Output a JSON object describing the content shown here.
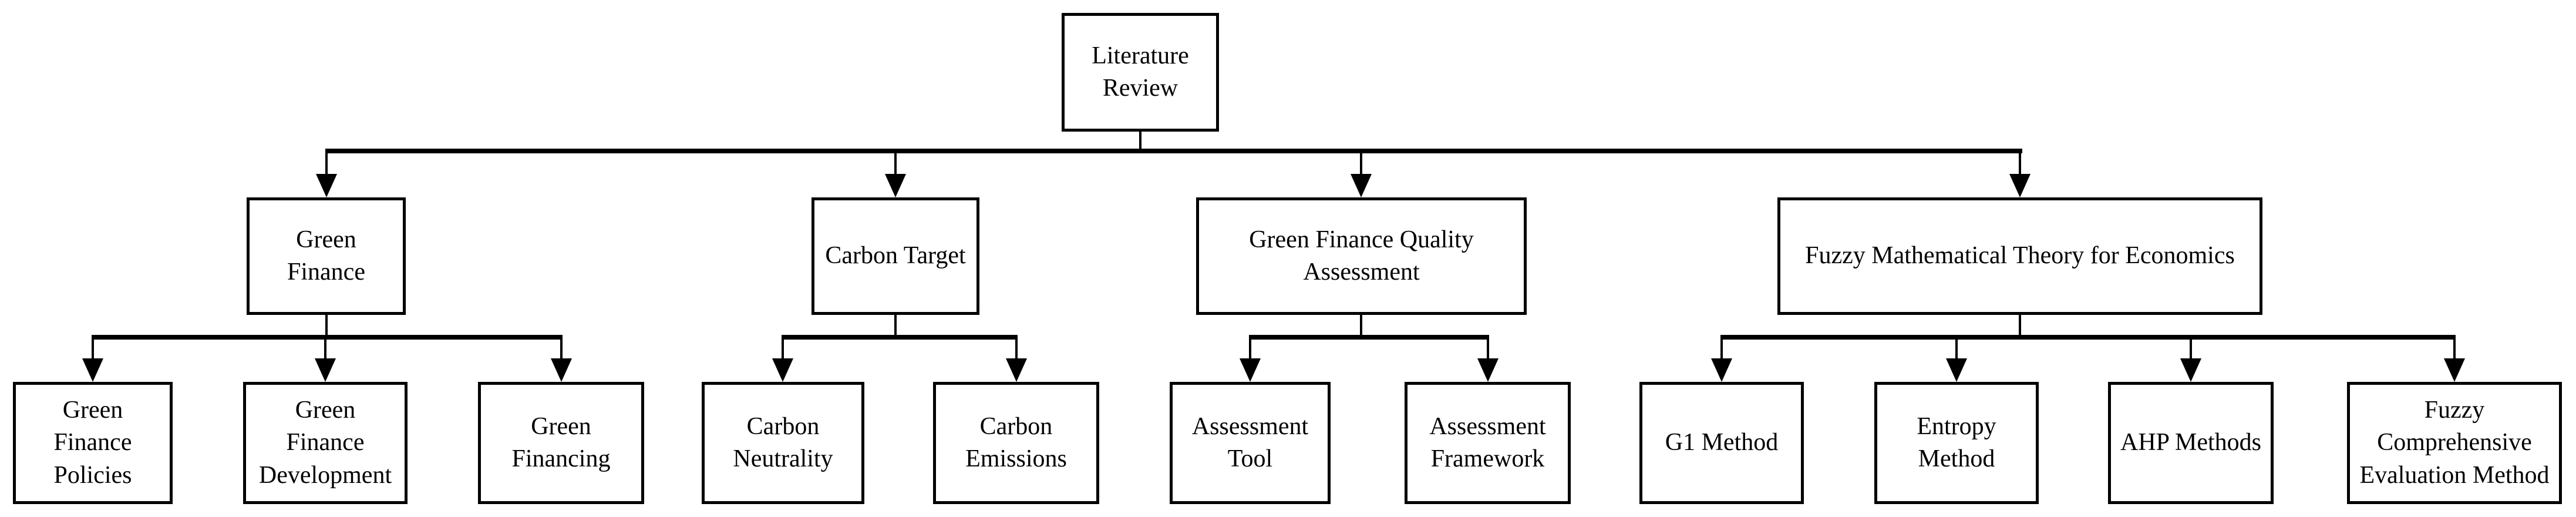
{
  "diagram": {
    "type": "tree",
    "root": {
      "label": "Literature\nReview"
    },
    "branches": [
      {
        "label": "Green\nFinance",
        "children": [
          {
            "label": "Green\nFinance\nPolicies"
          },
          {
            "label": "Green\nFinance\nDevelopment"
          },
          {
            "label": "Green\nFinancing"
          }
        ]
      },
      {
        "label": "Carbon Target",
        "children": [
          {
            "label": "Carbon\nNeutrality"
          },
          {
            "label": "Carbon\nEmissions"
          }
        ]
      },
      {
        "label": "Green Finance Quality\nAssessment",
        "children": [
          {
            "label": "Assessment\nTool"
          },
          {
            "label": "Assessment\nFramework"
          }
        ]
      },
      {
        "label": "Fuzzy Mathematical Theory for Economics",
        "children": [
          {
            "label": "G1 Method"
          },
          {
            "label": "Entropy\nMethod"
          },
          {
            "label": "AHP Methods"
          },
          {
            "label": "Fuzzy\nComprehensive\nEvaluation Method"
          }
        ]
      }
    ],
    "colors": {
      "line": "#000000",
      "box_fill": "#ffffff",
      "background": "#ffffff",
      "text": "#000000"
    }
  }
}
